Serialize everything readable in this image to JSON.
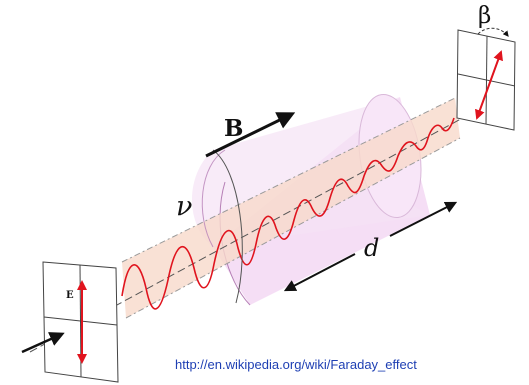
{
  "labels": {
    "magnetic_field": "B",
    "rotation_angle": "β",
    "frequency": "ν",
    "length": "d",
    "electric_field": "E"
  },
  "source_url": "http://en.wikipedia.org/wiki/Faraday_effect",
  "colors": {
    "cylinder_fill": "#f2d4f2",
    "beam_fill": "#f8dccc",
    "wave": "#e0141e",
    "field_arrow": "#111111",
    "link": "#1e3fb3"
  }
}
